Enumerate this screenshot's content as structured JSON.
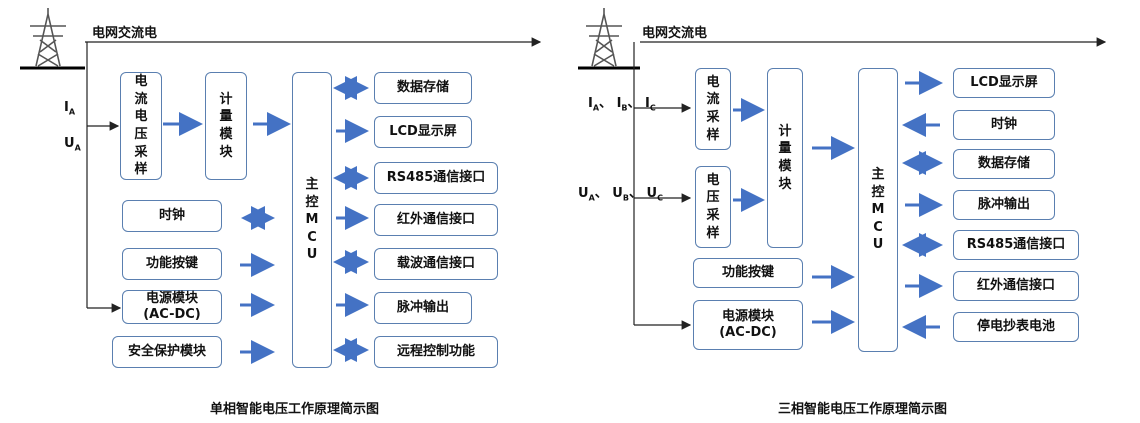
{
  "left": {
    "grid_label": "电网交流电",
    "inputs": {
      "i": "I",
      "i_sub": "A",
      "u": "U",
      "u_sub": "A"
    },
    "sampling": "电流电压采样",
    "metering": "计量模块",
    "mcu": "主控MCU",
    "left_boxes": [
      "时钟",
      "功能按键",
      "电源模块\n(AC-DC)",
      "安全保护模块"
    ],
    "right_boxes": [
      "数据存储",
      "LCD显示屏",
      "RS485通信接口",
      "红外通信接口",
      "载波通信接口",
      "脉冲输出",
      "远程控制功能"
    ],
    "caption": "单相智能电压工作原理简示图"
  },
  "right": {
    "grid_label": "电网交流电",
    "current_inputs": "I_A、I_B、I_C",
    "voltage_inputs": "U_A、U_B、U_C",
    "current_sampling": "电流采样",
    "voltage_sampling": "电压采样",
    "metering": "计量模块",
    "mcu": "主控MCU",
    "left_boxes": [
      "功能按键",
      "电源模块\n(AC-DC)"
    ],
    "right_boxes": [
      "LCD显示屏",
      "时钟",
      "数据存储",
      "脉冲输出",
      "RS485通信接口",
      "红外通信接口",
      "停电抄表电池"
    ],
    "caption": "三相智能电压工作原理简示图"
  },
  "colors": {
    "arrow": "#4472c4",
    "border": "#5a7fb0",
    "line": "#333333"
  }
}
